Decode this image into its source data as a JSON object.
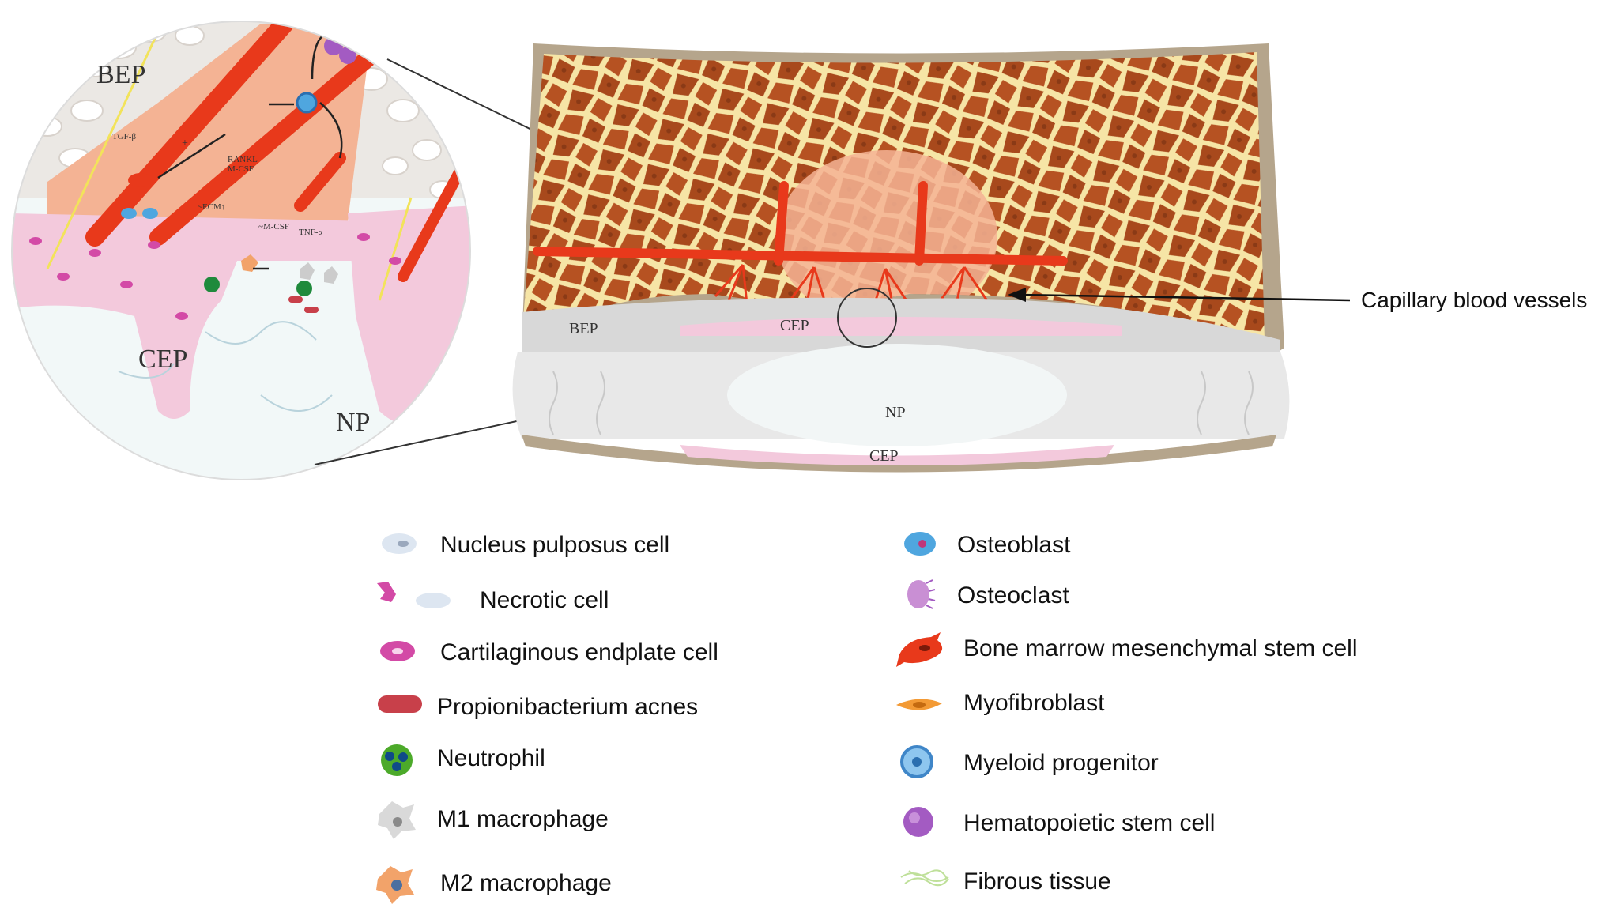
{
  "zoom_labels": {
    "bep": "BEP",
    "cep": "CEP",
    "np": "NP"
  },
  "zoom_annotations": {
    "tgf": "TGF-β",
    "rankl": "RANKL",
    "mcsf": "M-CSF",
    "ecm": "~ECM↑",
    "mcsf2": "~M-CSF",
    "tnf": "TNF-α",
    "plus": "+"
  },
  "disc_labels": {
    "bep": "BEP",
    "cep_top": "CEP",
    "np": "NP",
    "cep_bottom": "CEP"
  },
  "callout": "Capillary blood vessels",
  "legend": {
    "left": [
      {
        "label": "Nucleus pulposus cell",
        "icon": "nucleus-pulposus-cell-icon"
      },
      {
        "label": "Necrotic cell",
        "icon": "necrotic-cell-icon"
      },
      {
        "label": "Cartilaginous endplate cell",
        "icon": "cartilaginous-endplate-cell-icon"
      },
      {
        "label": "Propionibacterium acnes",
        "icon": "propionibacterium-acnes-icon"
      },
      {
        "label": "Neutrophil",
        "icon": "neutrophil-icon"
      },
      {
        "label": "M1 macrophage",
        "icon": "m1-macrophage-icon"
      },
      {
        "label": "M2 macrophage",
        "icon": "m2-macrophage-icon"
      }
    ],
    "right": [
      {
        "label": "Osteoblast",
        "icon": "osteoblast-icon"
      },
      {
        "label": "Osteoclast",
        "icon": "osteoclast-icon"
      },
      {
        "label": "Bone marrow mesenchymal stem cell",
        "icon": "bmsc-icon"
      },
      {
        "label": "Myofibroblast",
        "icon": "myofibroblast-icon"
      },
      {
        "label": "Myeloid progenitor",
        "icon": "myeloid-progenitor-icon"
      },
      {
        "label": "Hematopoietic stem cell",
        "icon": "hematopoietic-stem-cell-icon"
      },
      {
        "label": "Fibrous tissue",
        "icon": "fibrous-tissue-icon"
      }
    ]
  },
  "colors": {
    "bone_dark": "#a8491c",
    "bone_light": "#f6e5a6",
    "cortex": "#b5a58c",
    "vessel": "#e8391b",
    "cep_pink": "#f3c9dc",
    "np_gray": "#e8e8e8",
    "np_core": "#f2f6f6",
    "salmon": "#f4b394"
  }
}
